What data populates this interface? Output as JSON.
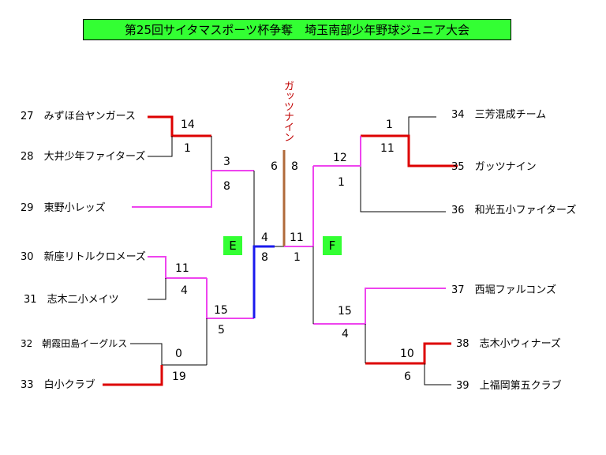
{
  "title": "第25回サイタマスポーツ杯争奪　埼玉南部少年野球ジュニア大会",
  "teams_left": [
    {
      "num": "27",
      "name": "みずほ台ヤンガース"
    },
    {
      "num": "28",
      "name": "大井少年ファイターズ"
    },
    {
      "num": "29",
      "name": "東野小レッズ"
    },
    {
      "num": "30",
      "name": "新座リトルクロメーズ"
    },
    {
      "num": "31",
      "name": "志木二小メイツ"
    },
    {
      "num": "32",
      "name": "朝霞田島イーグルス"
    },
    {
      "num": "33",
      "name": "白小クラブ"
    }
  ],
  "teams_right": [
    {
      "num": "34",
      "name": "三芳混成チーム"
    },
    {
      "num": "35",
      "name": "ガッツナイン"
    },
    {
      "num": "36",
      "name": "和光五小ファイターズ"
    },
    {
      "num": "37",
      "name": "西堀ファルコンズ"
    },
    {
      "num": "38",
      "name": "志木小ウィナーズ"
    },
    {
      "num": "39",
      "name": "上福岡第五クラブ"
    }
  ],
  "scores": {
    "g27_28_top": "14",
    "g27_28_bot": "1",
    "g29_top": "3",
    "g29_bot": "8",
    "g30_31_top": "11",
    "g30_31_bot": "4",
    "g32_33_top": "0",
    "g32_33_bot": "19",
    "gleft_semi_top": "15",
    "gleft_semi_bot": "5",
    "gE_top": "4",
    "gE_bot": "8",
    "final_left": "6",
    "final_right": "8",
    "g34_35_top": "1",
    "g34_35_bot": "11",
    "g36_top": "12",
    "g36_bot": "1",
    "g38_39_top": "10",
    "g38_39_bot": "6",
    "gright_semi_top": "15",
    "gright_semi_bot": "4",
    "gF_top": "11",
    "gF_bot": "1"
  },
  "blocks": {
    "left": "E",
    "right": "F"
  },
  "champion": "ガッツナイン",
  "colors": {
    "title_bg": "#33ff33",
    "winner_red": "#dd0000",
    "magenta": "#ee44ee",
    "blue": "#1a1aee",
    "brown": "#b06a3a"
  }
}
